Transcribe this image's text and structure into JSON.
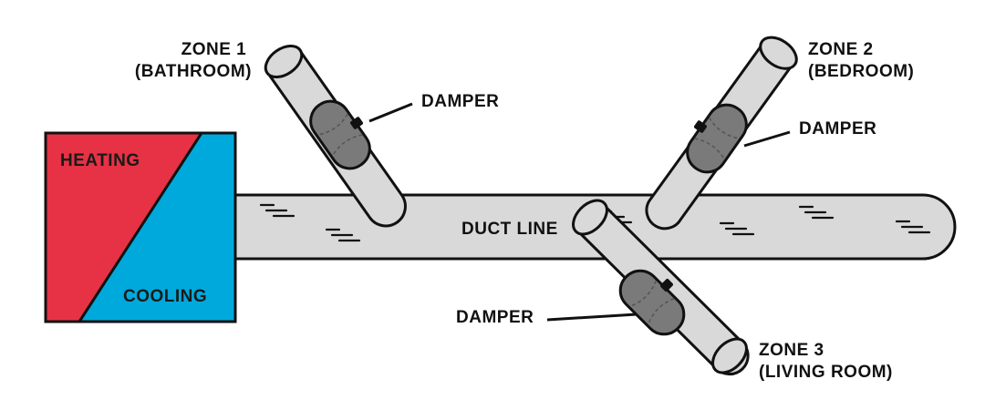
{
  "colors": {
    "heating": "#e63244",
    "cooling": "#00a9dc",
    "duct": "#d9d9d9",
    "damper": "#7a7a7a",
    "outline": "#111111"
  },
  "unit": {
    "heating_label": "HEATING",
    "cooling_label": "COOLING"
  },
  "duct": {
    "main_label": "DUCT LINE"
  },
  "zones": [
    {
      "line1": "ZONE 1",
      "line2": "(BATHROOM)",
      "damper_label": "DAMPER"
    },
    {
      "line1": "ZONE 2",
      "line2": "(BEDROOM)",
      "damper_label": "DAMPER"
    },
    {
      "line1": "ZONE 3",
      "line2": "(LIVING ROOM)",
      "damper_label": "DAMPER"
    }
  ]
}
